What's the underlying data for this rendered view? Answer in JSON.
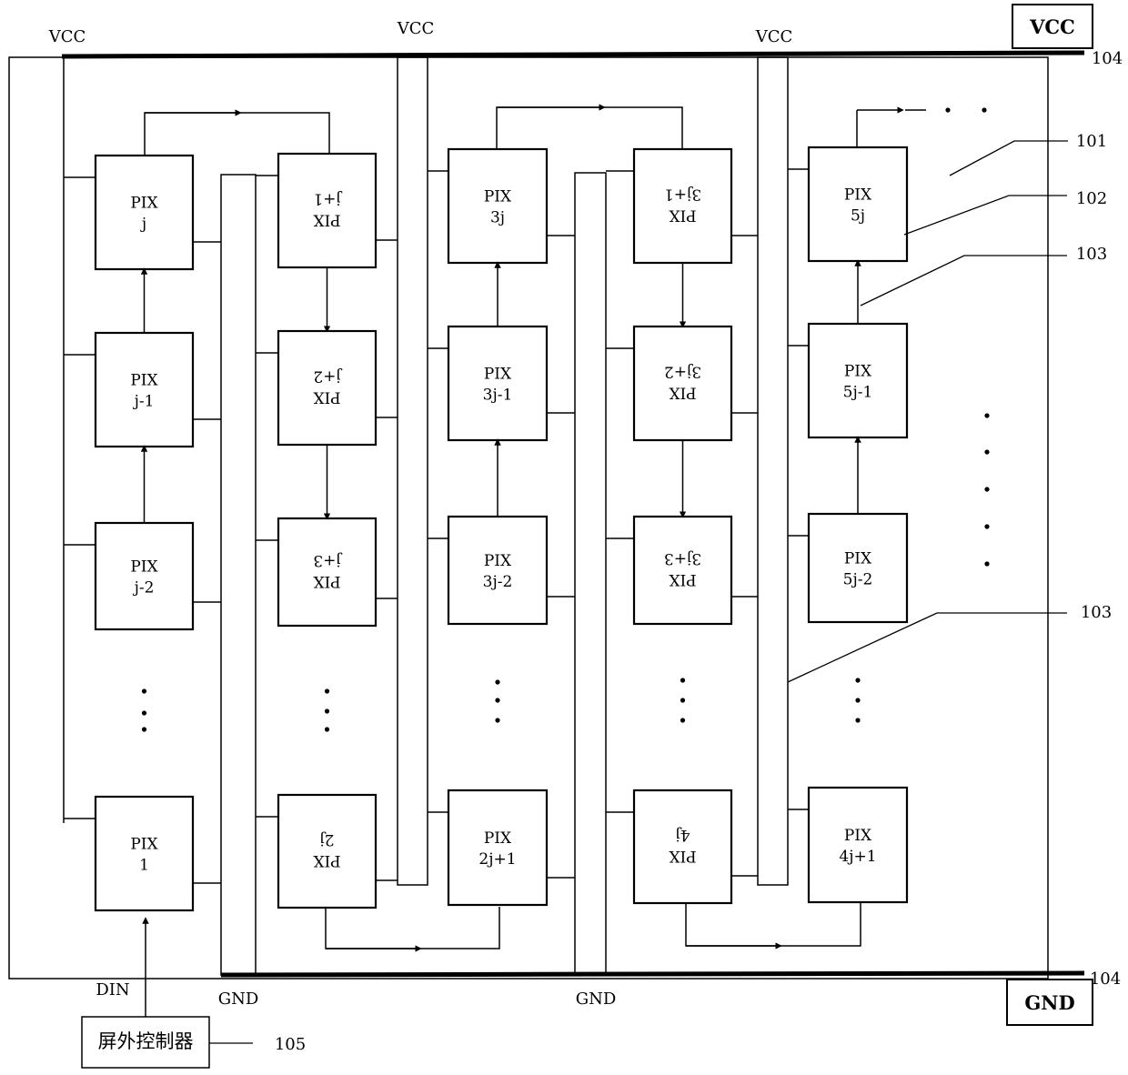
{
  "rails": {
    "vcc_box": "VCC",
    "gnd_box": "GND",
    "vcc_labels": [
      "VCC",
      "VCC",
      "VCC"
    ],
    "gnd_labels": [
      "GND",
      "GND"
    ],
    "rail_ref_top": "104",
    "rail_ref_bottom": "104"
  },
  "refs": {
    "r101": "101",
    "r102": "102",
    "r103a": "103",
    "r103b": "103",
    "r105": "105"
  },
  "controller": {
    "label": "屏外控制器",
    "din": "DIN"
  },
  "ellipsis": "…",
  "columns": [
    {
      "flipped": false,
      "cells": [
        {
          "line1": "PIX",
          "line2": "j"
        },
        {
          "line1": "PIX",
          "line2": "j-1"
        },
        {
          "line1": "PIX",
          "line2": "j-2"
        },
        {
          "line1": "PIX",
          "line2": "1"
        }
      ]
    },
    {
      "flipped": true,
      "cells": [
        {
          "line1": "PIX",
          "line2": "j+1"
        },
        {
          "line1": "PIX",
          "line2": "j+2"
        },
        {
          "line1": "PIX",
          "line2": "j+3"
        },
        {
          "line1": "PIX",
          "line2": "2j"
        }
      ]
    },
    {
      "flipped": false,
      "cells": [
        {
          "line1": "PIX",
          "line2": "3j"
        },
        {
          "line1": "PIX",
          "line2": "3j-1"
        },
        {
          "line1": "PIX",
          "line2": "3j-2"
        },
        {
          "line1": "PIX",
          "line2": "2j+1"
        }
      ]
    },
    {
      "flipped": true,
      "cells": [
        {
          "line1": "PIX",
          "line2": "3j+1"
        },
        {
          "line1": "PIX",
          "line2": "3j+2"
        },
        {
          "line1": "PIX",
          "line2": "3j+3"
        },
        {
          "line1": "PIX",
          "line2": "4j"
        }
      ]
    },
    {
      "flipped": false,
      "cells": [
        {
          "line1": "PIX",
          "line2": "5j"
        },
        {
          "line1": "PIX",
          "line2": "5j-1"
        },
        {
          "line1": "PIX",
          "line2": "5j-2"
        },
        {
          "line1": "PIX",
          "line2": "4j+1"
        }
      ]
    }
  ]
}
